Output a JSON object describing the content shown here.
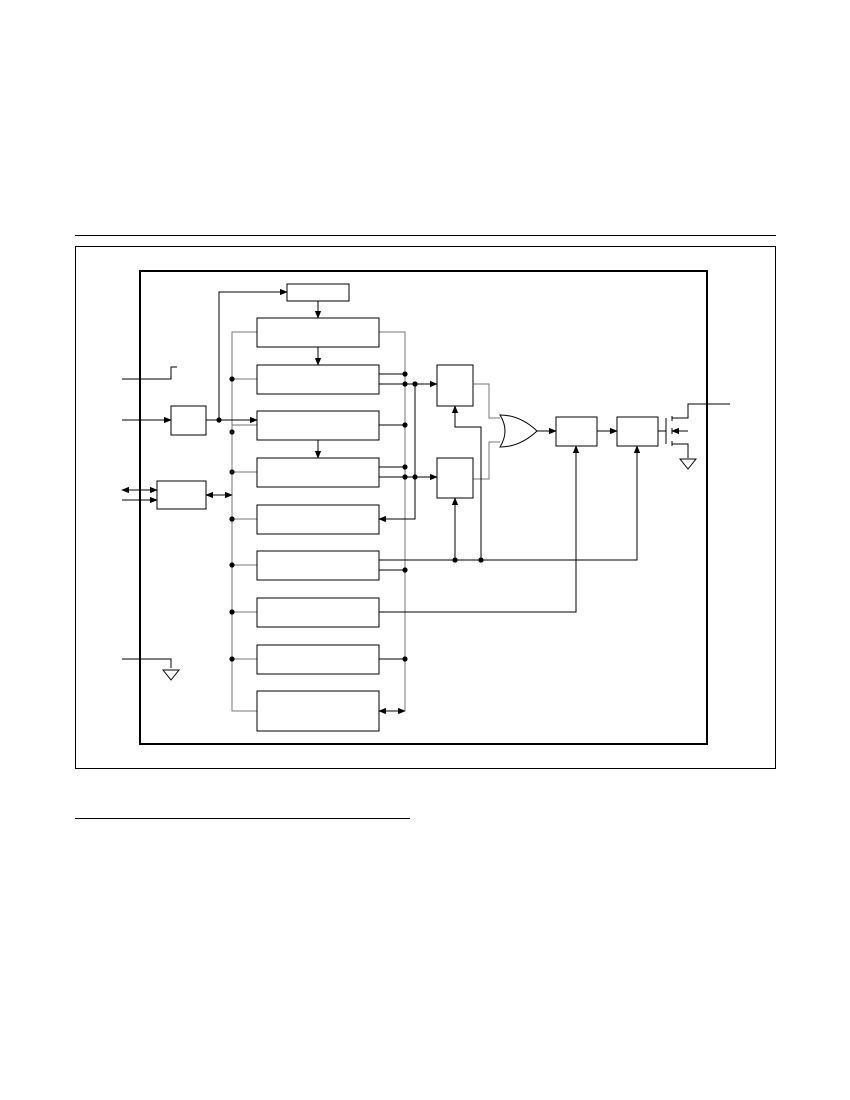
{
  "figure": {
    "caption": "",
    "blocks": [
      {
        "id": "top-small-block",
        "label": ""
      },
      {
        "id": "block-1",
        "label": ""
      },
      {
        "id": "block-2",
        "label": ""
      },
      {
        "id": "block-3",
        "label": ""
      },
      {
        "id": "block-4",
        "label": ""
      },
      {
        "id": "block-5",
        "label": ""
      },
      {
        "id": "block-6",
        "label": ""
      },
      {
        "id": "block-7",
        "label": ""
      },
      {
        "id": "block-8",
        "label": ""
      },
      {
        "id": "block-9",
        "label": ""
      },
      {
        "id": "input-buffer",
        "label": ""
      },
      {
        "id": "io-interface",
        "label": ""
      },
      {
        "id": "compare-upper",
        "label": ""
      },
      {
        "id": "compare-lower",
        "label": ""
      },
      {
        "id": "latch",
        "label": ""
      },
      {
        "id": "driver",
        "label": ""
      }
    ],
    "symbols": [
      "or-gate",
      "nmos-transistor",
      "ground-symbol"
    ]
  }
}
